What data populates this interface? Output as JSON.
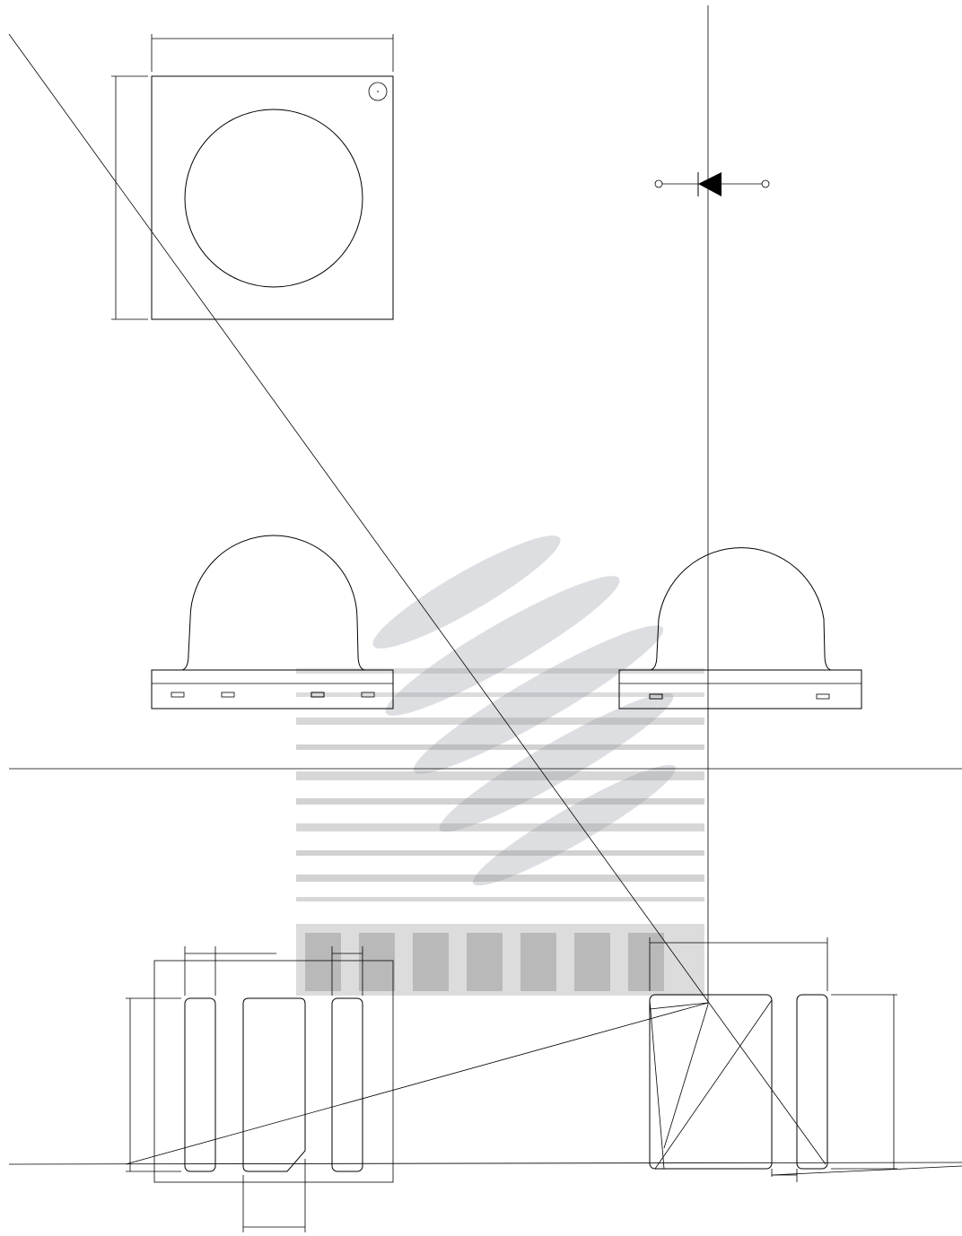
{
  "drawing": {
    "kind": "led-package-outline",
    "views": [
      {
        "id": "top-view",
        "features": [
          "square-body",
          "dome-circle",
          "polarity-mark"
        ]
      },
      {
        "id": "side-view-left",
        "features": [
          "dome-profile",
          "base-flange",
          "lead-slots"
        ]
      },
      {
        "id": "side-view-right",
        "features": [
          "dome-profile",
          "base-flange",
          "lead-slots"
        ]
      },
      {
        "id": "bottom-view-pads",
        "features": [
          "pad-left",
          "pad-center",
          "pad-right"
        ]
      },
      {
        "id": "recommended-land-pattern",
        "features": [
          "pad-x-marked",
          "pad-right"
        ]
      }
    ],
    "schematic_symbol": "diode-symbol",
    "watermark": "faint-logo-watermark",
    "colors": {
      "line": "#000000",
      "watermark_light": "#d6d9dd",
      "watermark_dark": "#8a8a8a"
    }
  }
}
